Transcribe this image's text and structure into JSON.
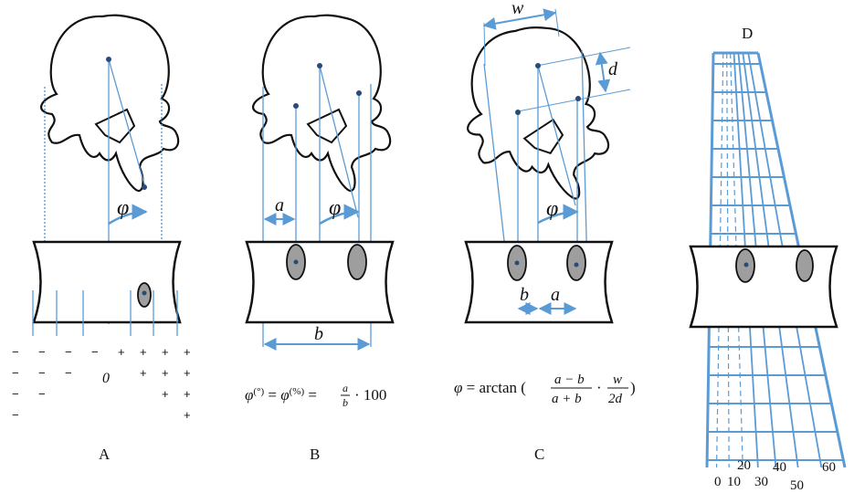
{
  "panels": {
    "A": {
      "label": "A",
      "angle_symbol": "φ",
      "grade_rows": [
        [
          "−",
          "−",
          "−",
          "−",
          "+",
          "+",
          "+",
          "+"
        ],
        [
          "−",
          "−",
          "−",
          "0",
          "+",
          "+",
          "+"
        ],
        [
          "−",
          "−",
          "+",
          "+"
        ],
        [
          "−",
          "+"
        ]
      ]
    },
    "B": {
      "label": "B",
      "dim_a": "a",
      "dim_b": "b",
      "angle_symbol": "φ",
      "formula": "φ(°) = φ(%) = a/b · 100"
    },
    "C": {
      "label": "C",
      "dim_w": "w",
      "dim_d": "d",
      "dim_a": "a",
      "dim_b": "b",
      "angle_symbol": "φ",
      "formula": "φ = arctan (a − b / a + b · w / 2d)"
    },
    "D": {
      "label": "D",
      "scale_labels": [
        "0",
        "10",
        "20",
        "30",
        "40",
        "50",
        "60"
      ]
    }
  },
  "colors": {
    "guide_blue": "#5b9bd5",
    "outline": "#111111",
    "pedicle_fill": "#9e9e9e",
    "dot": "#2a4a7a"
  }
}
